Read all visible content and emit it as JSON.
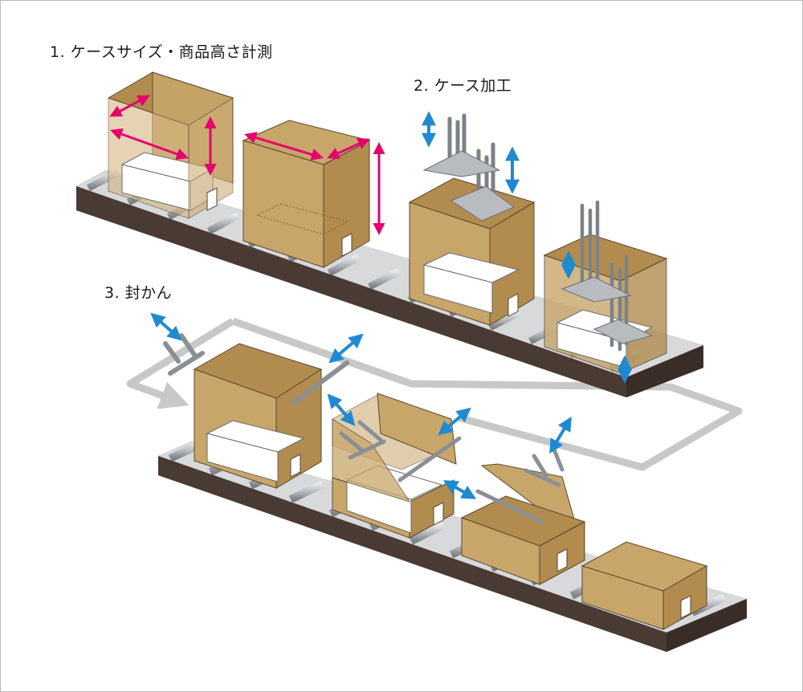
{
  "steps": [
    {
      "label": "1. ケースサイズ・商品高さ計測"
    },
    {
      "label": "2. ケース加工"
    },
    {
      "label": "3. 封かん"
    }
  ],
  "colors": {
    "cardboard": "#c8a66a",
    "cardboard_dark": "#b18c4e",
    "conveyor_belt": "#4a3a34",
    "roller": "#b8bcc0",
    "measure_arrow": "#e5006e",
    "motion_arrow": "#1f8ad1",
    "flow_line": "#c8c8c8",
    "product": "#ffffff"
  },
  "icons": [
    "measure-arrow-icon",
    "motion-arrow-icon",
    "flow-arrow-icon"
  ]
}
